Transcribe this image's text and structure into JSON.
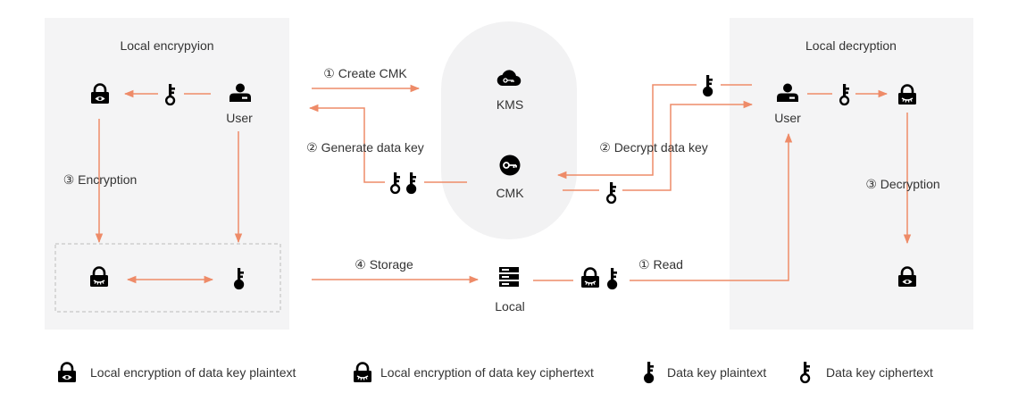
{
  "diagram": {
    "colors": {
      "arrow": "#EE8B68",
      "panel_bg": "#F4F4F5",
      "kms_bg": "#F2F2F3",
      "icon": "#000000",
      "text": "#333333",
      "dashed": "#BBBBBB"
    },
    "panels": {
      "local_encryption_title": "Local encrypyion",
      "local_decryption_title": "Local decryption"
    },
    "nodes": {
      "user_left": "User",
      "user_right": "User",
      "kms": "KMS",
      "cmk": "CMK",
      "local": "Local"
    },
    "edges": {
      "create_cmk": "① Create CMK",
      "generate_data_key": "② Generate data key",
      "encryption": "③ Encryption",
      "storage": "④ Storage",
      "decrypt_data_key": "② Decrypt data key",
      "read": "① Read",
      "decryption": "③ Decryption"
    },
    "legend": [
      {
        "icon": "lock-plaintext-icon",
        "label": "Local encryption of data key plaintext"
      },
      {
        "icon": "lock-ciphertext-icon",
        "label": "Local encryption of data key ciphertext"
      },
      {
        "icon": "key-plaintext-icon",
        "label": "Data key plaintext"
      },
      {
        "icon": "key-ciphertext-icon",
        "label": "Data key ciphertext"
      }
    ]
  }
}
